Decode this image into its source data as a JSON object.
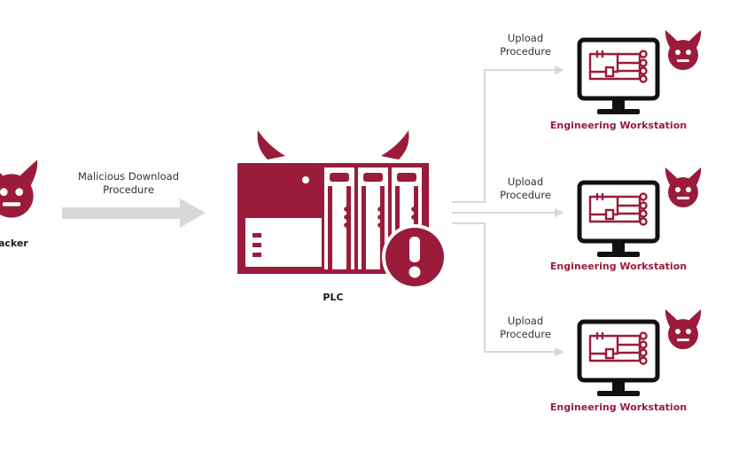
{
  "colors": {
    "accent": "#9b1b3a",
    "connector": "#d8d8d8",
    "monitor": "#111111",
    "text": "#333333"
  },
  "attacker": {
    "icon": "devil-face-icon",
    "label": "acker"
  },
  "main_arrow": {
    "label_line1": "Malicious Download",
    "label_line2": "Procedure"
  },
  "plc": {
    "icon": "plc-device-icon",
    "alert_icon": "exclamation-alert-icon",
    "label": "PLC"
  },
  "branches": [
    {
      "label_line1": "Upload",
      "label_line2": "Procedure",
      "target": {
        "label": "Engineering Workstation",
        "icon": "monitor-ladder-logic-icon",
        "badge": "devil-face-icon"
      }
    },
    {
      "label_line1": "Upload",
      "label_line2": "Procedure",
      "target": {
        "label": "Engineering Workstation",
        "icon": "monitor-ladder-logic-icon",
        "badge": "devil-face-icon"
      }
    },
    {
      "label_line1": "Upload",
      "label_line2": "Procedure",
      "target": {
        "label": "Engineering Workstation",
        "icon": "monitor-ladder-logic-icon",
        "badge": "devil-face-icon"
      }
    }
  ]
}
